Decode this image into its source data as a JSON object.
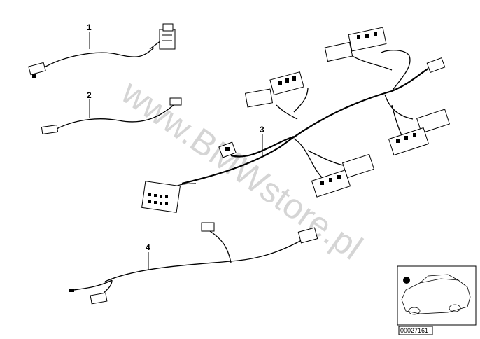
{
  "callouts": [
    "1",
    "2",
    "3",
    "4"
  ],
  "watermark": "www.BMWstore.pl",
  "inset": {
    "code": "00027161",
    "icons": [
      "car-silhouette-icon",
      "filled-dot-icon"
    ]
  }
}
